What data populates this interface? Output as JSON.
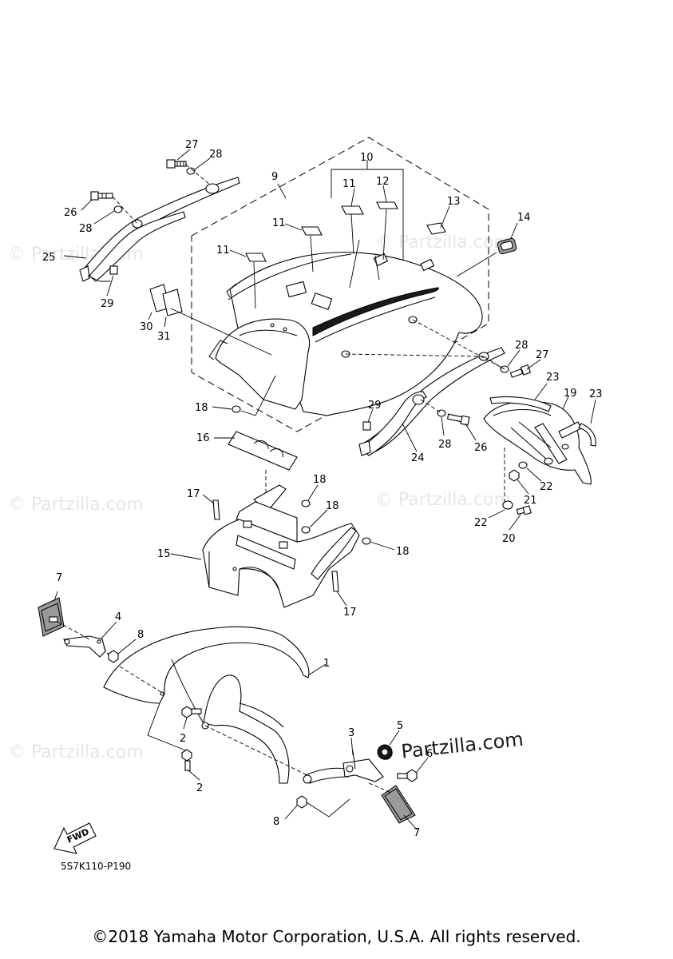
{
  "watermark": {
    "text": "© Partzilla.com",
    "text_prominent": "© Partzilla.com"
  },
  "diagram_code": "5S7K110-P190",
  "fwd_label": "FWD",
  "copyright": "©2018 Yamaha Motor Corporation, U.S.A. All rights reserved.",
  "callouts": {
    "c1": "1",
    "c2a": "2",
    "c2b": "2",
    "c3": "3",
    "c4": "4",
    "c5": "5",
    "c6": "6",
    "c7a": "7",
    "c7b": "7",
    "c8a": "8",
    "c8b": "8",
    "c9": "9",
    "c10": "10",
    "c11a": "11",
    "c11b": "11",
    "c11c": "11",
    "c12": "12",
    "c13": "13",
    "c14": "14",
    "c15": "15",
    "c16": "16",
    "c17a": "17",
    "c17b": "17",
    "c18a": "18",
    "c18b": "18",
    "c18c": "18",
    "c18d": "18",
    "c19": "19",
    "c20": "20",
    "c21": "21",
    "c22a": "22",
    "c22b": "22",
    "c23a": "23",
    "c23b": "23",
    "c24": "24",
    "c25": "25",
    "c26a": "26",
    "c26b": "26",
    "c27a": "27",
    "c27b": "27",
    "c28a": "28",
    "c28b": "28",
    "c28c": "28",
    "c28d": "28",
    "c29a": "29",
    "c29b": "29",
    "c30": "30",
    "c31": "31"
  },
  "colors": {
    "line": "#000000",
    "background": "#ffffff",
    "watermark": "#e6e6e6"
  }
}
